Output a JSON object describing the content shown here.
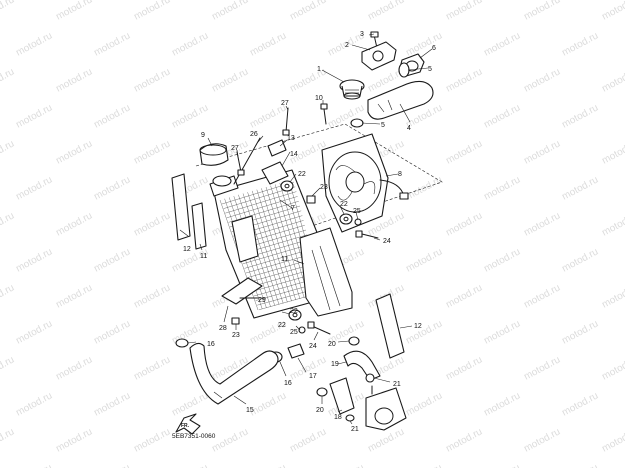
{
  "watermark": "motod.ru",
  "drawing_code": "5EB7351-0060",
  "front_label": "FR.",
  "labels": {
    "p1": "1",
    "p2": "2",
    "p3": "3",
    "p4": "4",
    "p5a": "5",
    "p5b": "5",
    "p6": "6",
    "p7": "7",
    "p8": "8",
    "p9": "9",
    "p10": "10",
    "p11a": "11",
    "p11b": "11",
    "p12a": "12",
    "p12b": "12",
    "p13": "13",
    "p14": "14",
    "p15": "15",
    "p16a": "16",
    "p16b": "16",
    "p17": "17",
    "p18": "18",
    "p19": "19",
    "p20a": "20",
    "p20b": "20",
    "p21a": "21",
    "p21b": "21",
    "p22a": "22",
    "p22b": "22",
    "p22c": "22",
    "p23a": "23",
    "p23b": "23",
    "p24a": "24",
    "p24b": "24",
    "p25a": "25",
    "p25b": "25",
    "p26": "26",
    "p27a": "27",
    "p27b": "27",
    "p28": "28",
    "p29": "29"
  }
}
